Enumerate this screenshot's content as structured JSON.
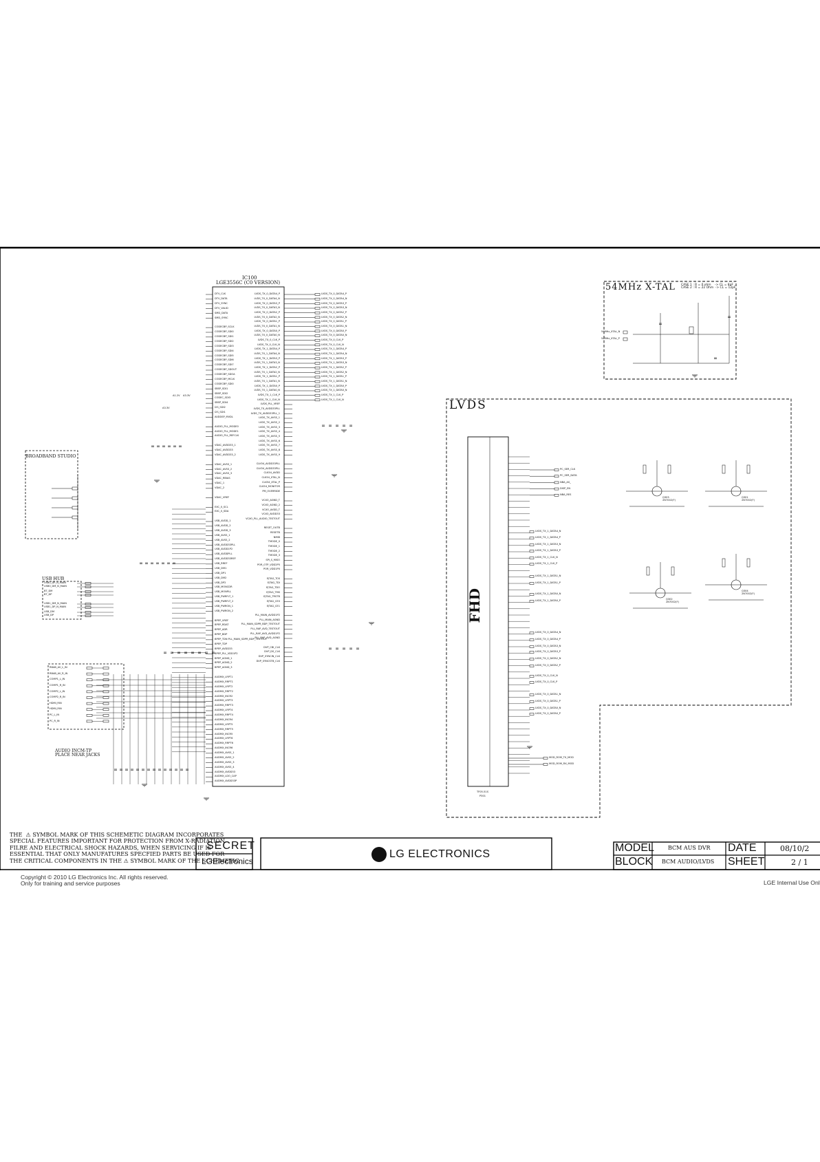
{
  "ic": {
    "ref": "IC100",
    "part": "LGE3556C (C0 VERSION)",
    "left_pins": [
      "DTV_CLK",
      "DTV_DATA",
      "DTV_SYNC",
      "DTV_VALID",
      "SMD_DATA",
      "SMD_SYNC",
      "",
      "CODECBP_SCLK",
      "CODECBP_SDI0",
      "CODECBP_SDI1",
      "CODECBP_SDI2",
      "CODECBP_SDI3",
      "CODECBP_SDI4",
      "CODECBP_SDI5",
      "CODECBP_SDI6",
      "CODECBP_SDI7",
      "CODECBP_SDOUT",
      "CODECBP_SDOA",
      "CODECBP_MCLK",
      "CODECBP_SDI0",
      "SBSP_SDI1",
      "SBSP_SDI2",
      "CODEC_SDI3",
      "SBSP_SDI4",
      "I2S_SDI2",
      "I2S_SDI1",
      "AVDDSP_MVDL",
      "",
      "AUDIO_PLL_MODE0",
      "AUDIO_PLL_MODE1",
      "AUDIO_PLL_REFCLK",
      "",
      "VDAC_AVDD33_1",
      "VDAC_AVDD33",
      "VDAC_AVDD33_2",
      "",
      "VDAC_AVSS_1",
      "VDAC_AVSS_2",
      "VDAC_AVSS_3",
      "VDAC_RBIAS",
      "VDAC_1",
      "VDAC_2",
      "",
      "VDAC_VREF",
      "",
      "EXC_0_SCL",
      "EXC_0_SDA",
      "",
      "USB_AVDD_1",
      "USB_AVDD_2",
      "USB_AVDD_3",
      "USB_AVSS_1",
      "USB_AVSS_2",
      "USB_AVDD33PLL",
      "USB_AVDD1P2",
      "USB_AVDDPLL",
      "USB_AVDD33REF",
      "USB_RREF",
      "USB_DM1",
      "USB_DP1",
      "USB_DM2",
      "USB_DP2",
      "USB_MONCDR",
      "USB_MONPLL",
      "USB_PWRFLT_1",
      "USB_PWRFLT_2",
      "USB_PWRON_1",
      "USB_PWRON_2",
      "",
      "BPEP_VREF",
      "BPEP_RDAT",
      "BPEP_ADR",
      "BPEP_BDP",
      "BPEP_TDN PLL_MAIN_SDPR_BDP_TESTOUT",
      "BPEP_TDP",
      "BPEP_AVDD33",
      "BPEP_PLL_VDD1P2",
      "BPEP_AGND_1",
      "BPEP_AGND_2",
      "BPEP_AGND_3",
      "",
      "AUDMX_LRPT1",
      "AUDMX_RRPT1",
      "AUDMX_LRPT2",
      "AUDMX_RRPT2",
      "AUDMX_INCR2",
      "AUDMX_LRPT3",
      "AUDMX_RRPT3",
      "AUDMX_LRPT4",
      "AUDMX_RRPT4",
      "AUDMX_INCR4",
      "AUDMX_LRPT5",
      "AUDMX_RRPT5",
      "AUDMX_INCR5",
      "AUDMX_LRPT6",
      "AUDMX_RRPT6",
      "AUDMX_INCR6",
      "AUDMX_AVSS_1",
      "AUDMX_AVSS_2",
      "AUDMX_AVSS_3",
      "AUDMX_AVSS_4",
      "AUDMX_AVDD33",
      "AUDMX_LDO_CAP",
      "AUDMX_AVDD33P"
    ],
    "right_pins": [
      "LVDS_TX_0_DATA4_P",
      "LVDS_TX_0_DATA4_N",
      "LVDS_TX_0_DATA3_P",
      "LVDS_TX_0_DATA3_N",
      "LVDS_TX_0_DATA2_P",
      "LVDS_TX_0_DATA2_N",
      "LVDS_TX_0_DATA1_P",
      "LVDS_TX_0_DATA1_N",
      "LVDS_TX_0_DATA0_P",
      "LVDS_TX_0_DATA0_N",
      "LVDS_TX_0_CLK_P",
      "LVDS_TX_0_CLK_N",
      "LVDS_TX_1_DATA4_P",
      "LVDS_TX_1_DATA4_N",
      "LVDS_TX_1_DATA3_P",
      "LVDS_TX_1_DATA3_N",
      "LVDS_TX_1_DATA2_P",
      "LVDS_TX_1_DATA2_N",
      "LVDS_TX_1_DATA1_P",
      "LVDS_TX_1_DATA1_N",
      "LVDS_TX_1_DATA0_P",
      "LVDS_TX_1_DATA0_N",
      "LVDS_TX_1_CLK_P",
      "LVDS_TX_1_CLK_N",
      "LVDS_PLL_VREF",
      "LVDS_TX_AVDD33PLL",
      "LVDS_TX_AVDD33PLL_1",
      "LVDS_TX_AVSS_1",
      "LVDS_TX_AVSS_2",
      "LVDS_TX_AVSS_3",
      "LVDS_TX_AVSS_4",
      "LVDS_TX_AVSS_5",
      "LVDS_TX_AVSS_6",
      "LVDS_TX_AVSS_7",
      "LVDS_TX_AVSS_8",
      "LVDS_TX_AVSS_9",
      "",
      "CLK54_AVDD33PLL",
      "CLK54_AVDD33PLL",
      "CLK54_AVDD",
      "CLK54_XTAL_N",
      "CLK54_XTAL_P",
      "CLK54_MONITOR",
      "PM_OVERRIDE",
      "",
      "VCXO_AGND_T",
      "VCXO_AGND_2",
      "VCXO_AVDD_T",
      "VCXO_AVDD33",
      "VCXO_PLL_AUDIO_TESTOUT",
      "",
      "RESET_OUTB",
      "RESETB",
      "NMIB",
      "TMODE_0",
      "TMODE_1",
      "TMODE_2",
      "TMODE_3",
      "SPI_S_MISO",
      "POR_OTP_VDD2P5",
      "POR_VDD1P0",
      "",
      "EJTAG_TCK",
      "EJTAG_TDI",
      "EJTAG_TDO",
      "EJTAG_TMS",
      "EJTAG_TRSTB",
      "EJTAG_CE0",
      "EJTAG_CE1",
      "",
      "PLL_MAIN_AVDD1P2",
      "PLL_MAIN_AGND",
      "PLL_MAIN_SDPR_BDP_TESTOUT",
      "PLL_RAP_AVD_TESTOUT",
      "PLL_RAP_AVD_AVDD1P2",
      "PLL_RAP_AVD_AGND",
      "",
      "DVP_CBI_CLK",
      "DVP_DS_CLK",
      "DVP_SYNCIN_CLK",
      "DVP_SYNCSTB_CLK"
    ]
  },
  "net_labels_right": [
    "LVDS_TX_0_DATA4_P",
    "LVDS_TX_0_DATA4_N",
    "LVDS_TX_0_DATA3_P",
    "LVDS_TX_0_DATA3_N",
    "LVDS_TX_0_DATA2_P",
    "LVDS_TX_0_DATA2_N",
    "LVDS_TX_0_DATA1_P",
    "LVDS_TX_0_DATA1_N",
    "LVDS_TX_0_DATA0_P",
    "LVDS_TX_0_DATA0_N",
    "LVDS_TX_0_CLK_P",
    "LVDS_TX_0_CLK_N",
    "LVDS_TX_1_DATA4_P",
    "LVDS_TX_1_DATA4_N",
    "LVDS_TX_1_DATA3_P",
    "LVDS_TX_1_DATA3_N",
    "LVDS_TX_1_DATA2_P",
    "LVDS_TX_1_DATA2_N",
    "LVDS_TX_1_DATA1_P",
    "LVDS_TX_1_DATA1_N",
    "LVDS_TX_1_DATA0_P",
    "LVDS_TX_1_DATA0_N",
    "LVDS_TX_1_CLK_P",
    "LVDS_TX_1_CLK_N"
  ],
  "rails": {
    "v33": "+3.3V",
    "a12": "A1.2V",
    "a33": "A3.3V",
    "a33b": "A3.3V"
  },
  "sections": {
    "broadband": "BROADBAND STUDIO",
    "usb_hub": "USB HUB",
    "audio_note": "AUDIO INCM-TP\nPLACE NEAR JACKS",
    "xtal": "54MHz X-TAL",
    "xtal_case": "CASE 1 : R = 0 ohm    -> CL = 8pF\nCASE 2 : R = 22 Ohm  -> CL = 12pF",
    "lvds": "LVDS",
    "fhd": "FHD",
    "connector_ref": "P301",
    "connector_part": "TF05-51S"
  },
  "xtal_nets": [
    "54MHz_XTAL_N",
    "54MHz_XTAL_P"
  ],
  "lvds_top_nets": [
    "PC_SER_CLK",
    "PC_SER_DATA",
    "NBA_AS_",
    "DISP_EN",
    "NBA_RES"
  ],
  "lvds_pairs": [
    "LVDS_TX_1_DATA4_N",
    "LVDS_TX_1_DATA4_P",
    "LVDS_TX_1_DATA3_N",
    "LVDS_TX_1_DATA3_P",
    "LVDS_TX_1_CLK_N",
    "LVDS_TX_1_CLK_P",
    "LVDS_TX_1_DATA1_N",
    "LVDS_TX_1_DATA1_P",
    "LVDS_TX_1_DATA0_N",
    "LVDS_TX_1_DATA0_P",
    "LVDS_TX_0_DATA4_N",
    "LVDS_TX_0_DATA4_P",
    "LVDS_TX_0_DATA3_N",
    "LVDS_TX_0_DATA3_P",
    "LVDS_TX_0_DATA2_N",
    "LVDS_TX_0_DATA2_P",
    "LVDS_TX_0_CLK_N",
    "LVDS_TX_0_CLK_P",
    "LVDS_TX_0_DATA1_N",
    "LVDS_TX_0_DATA1_P",
    "LVDS_TX_0_DATA0_N",
    "LVDS_TX_0_DATA0_P"
  ],
  "lvds_bottom_nets": [
    "MOD_ROM_TX_MOD",
    "MOD_ROM_RX_MOD"
  ],
  "transistors": [
    "Q303\n2N7002(F)",
    "Q301\n2N7002(F)",
    "Q302\n2N7002(F)",
    "Q304\n2N7002(F)"
  ],
  "usb_nets": [
    "USB0_DP_N_MAIN",
    "USB0_DM_N_MAIN",
    "BT_DM",
    "BT_DP",
    "USB1_DM_N_MAIN",
    "USB1_DP_N_MAIN",
    "USB_DM",
    "USB_DP"
  ],
  "audio_inputs": [
    "RBAB_AV_L_IN",
    "RBAB_AV_R_IN",
    "COMP1_L_IN",
    "COMP1_R_IN",
    "COMP2_L_IN",
    "COMP2_R_IN",
    "HDMI_RIN",
    "HDMI_RIN",
    "PC_L_IN",
    "PC_R_IN"
  ],
  "notice": "THE  ⚠ SYMBOL MARK OF THIS SCHEMETIC DIAGRAM INCORPORATES\nSPECIAL FEATURES IMPORTANT FOR PROTECTION FROM X-RADIATION.\nFILRE AND ELECTRICAL SHOCK HAZARDS, WHEN SERVICING IF IS\nESSENTIAL THAT ONLY MANUFATURES SPECFIED PARTS BE USED FOR\nTHE CRITICAL COMPONENTS IN THE ⚠ SYMBOL MARK OF THE SCHEMETIC.",
  "title_block": {
    "secret": "SECRET",
    "lge": "LGElectronics",
    "logo_text": "LG ELECTRONICS",
    "model_label": "MODEL",
    "model_value": "BCM AUS DVR",
    "block_label": "BLOCK",
    "block_value": "BCM AUDIO/LVDS",
    "date_label": "DATE",
    "date_value": "08/10/2",
    "sheet_label": "SHEET",
    "sheet_value": "2 / 1"
  },
  "footer": {
    "copyright": "Copyright © 2010 LG Electronics Inc. All rights reserved.",
    "training": "Only for training and service purposes",
    "internal": "LGE Internal Use Onl"
  }
}
